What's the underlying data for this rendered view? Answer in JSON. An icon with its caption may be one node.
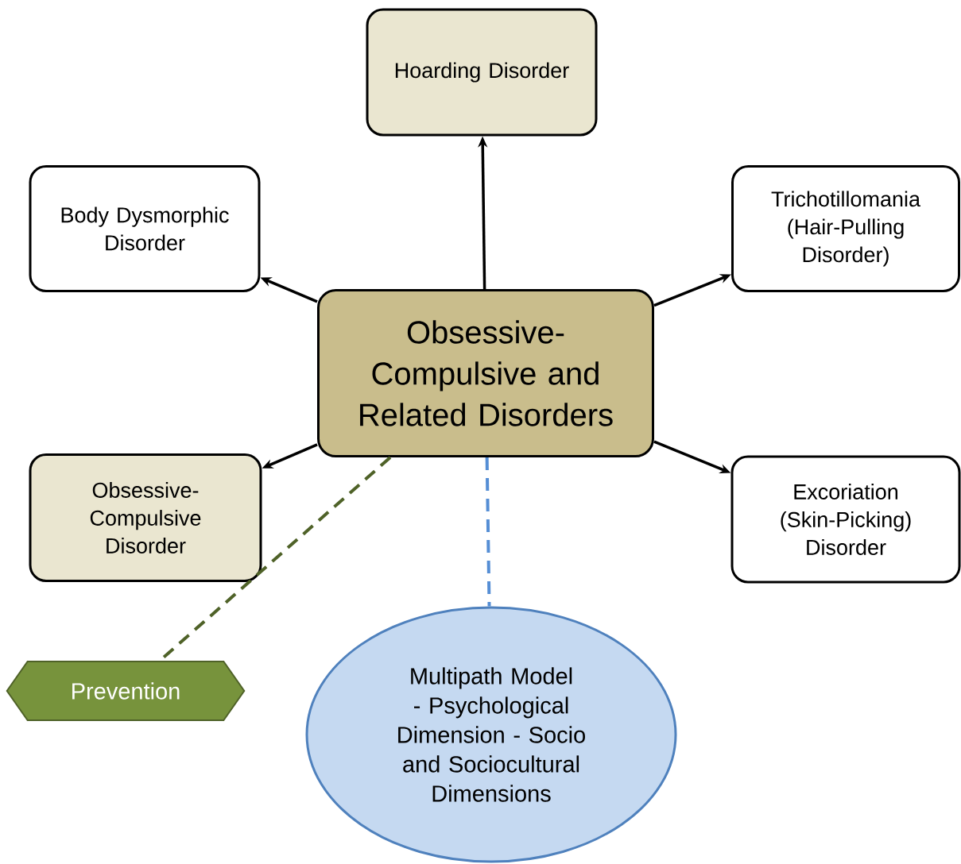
{
  "diagram": {
    "nodes": [
      {
        "text": [
          "Obsessive-Compulsive and Related Disorders"
        ]
      },
      {
        "text": [
          "Hoarding Disorder"
        ]
      },
      {
        "text": [
          "Body Dysmorphic Disorder"
        ]
      },
      {
        "text": [
          "Trichotillomania (Hair-Pulling Disorder)"
        ]
      },
      {
        "text": [
          "Obsessive-Compulsive Disorder"
        ]
      },
      {
        "text": [
          "Excoriation (Skin-Picking) Disorder"
        ]
      },
      {
        "text": [
          "Prevention"
        ]
      },
      {
        "text": [
          "Multipath Model - Psychological Dimension - Socio and Sociocultural Dimensions"
        ]
      }
    ],
    "edges": [
      {
        "from": 0,
        "to": 1,
        "arrow": "to"
      },
      {
        "from": 0,
        "to": 2,
        "arrow": "to"
      },
      {
        "from": 0,
        "to": 3,
        "arrow": "to"
      },
      {
        "from": 0,
        "to": 4,
        "arrow": "to"
      },
      {
        "from": 0,
        "to": 5,
        "arrow": "to"
      },
      {
        "from": 0,
        "to": 6,
        "arrow": "none",
        "style": "dashed",
        "color": "#4f6228"
      },
      {
        "from": 0,
        "to": 7,
        "arrow": "none",
        "style": "dashed",
        "color": "#558ed5"
      }
    ]
  }
}
